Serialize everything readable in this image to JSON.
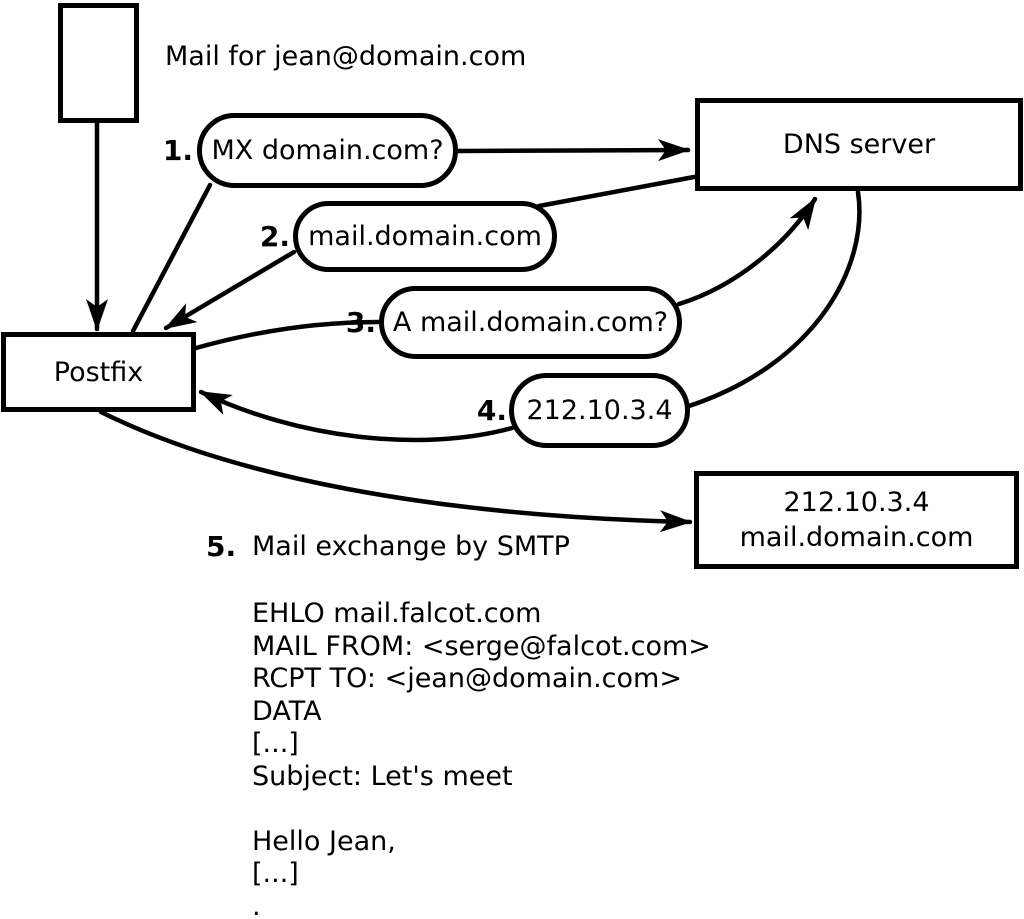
{
  "header": {
    "caption": "Mail for jean@domain.com"
  },
  "nodes": {
    "postfix": {
      "label": "Postfix"
    },
    "dns": {
      "label": "DNS server"
    },
    "mail_server": {
      "line1": "212.10.3.4",
      "line2": "mail.domain.com"
    }
  },
  "steps": [
    {
      "num": "1.",
      "label": "MX domain.com?"
    },
    {
      "num": "2.",
      "label": "mail.domain.com"
    },
    {
      "num": "3.",
      "label": "A mail.domain.com?"
    },
    {
      "num": "4.",
      "label": "212.10.3.4"
    },
    {
      "num": "5.",
      "label": "Mail exchange by SMTP"
    }
  ],
  "smtp_session": {
    "lines": [
      "EHLO mail.falcot.com",
      "MAIL FROM: <serge@falcot.com>",
      "RCPT TO: <jean@domain.com>",
      "DATA",
      "[...]",
      "Subject: Let's meet",
      "",
      "Hello Jean,",
      "[...]",
      "."
    ]
  },
  "colors": {
    "stroke": "#000000",
    "background": "#ffffff"
  }
}
